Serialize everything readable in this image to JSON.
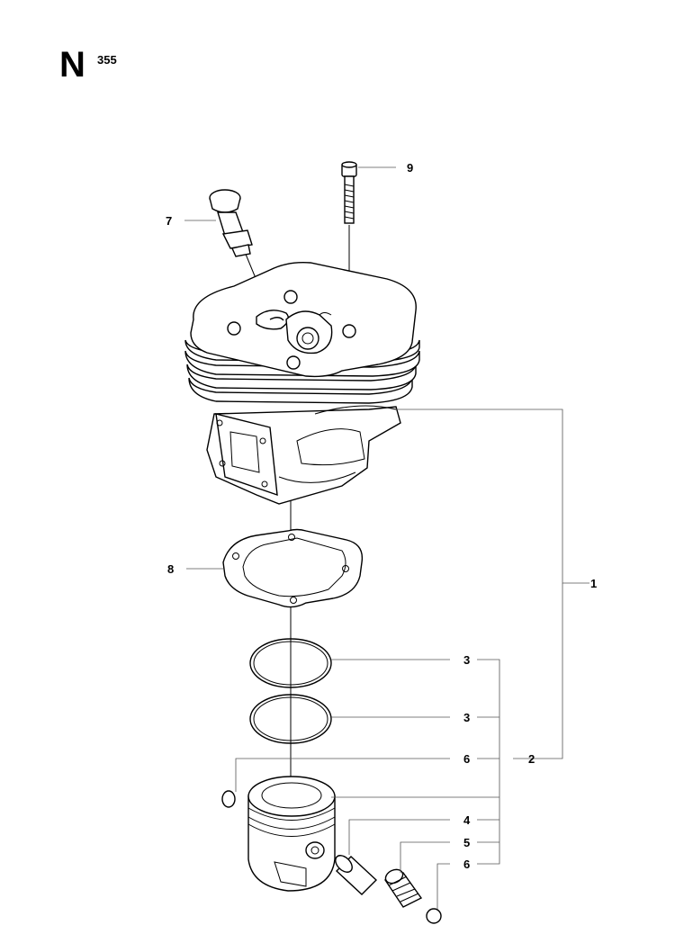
{
  "section": {
    "letter": "N",
    "number": "355"
  },
  "callouts": {
    "c1": "1",
    "c2": "2",
    "c3a": "3",
    "c3b": "3",
    "c4": "4",
    "c5": "5",
    "c6a": "6",
    "c6b": "6",
    "c7": "7",
    "c8": "8",
    "c9": "9"
  }
}
